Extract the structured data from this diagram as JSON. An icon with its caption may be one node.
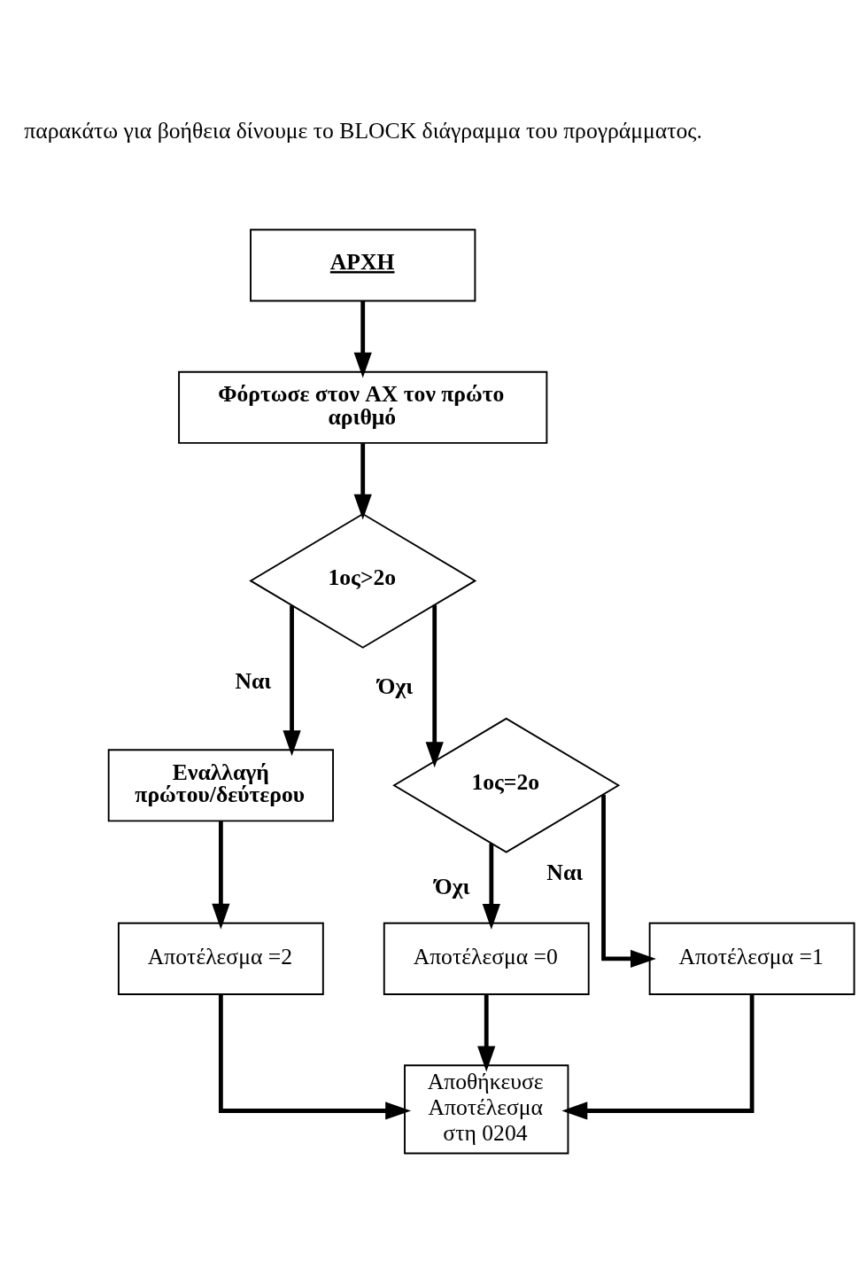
{
  "diagram": {
    "nodes": [
      {
        "text": [
          "ΑΡΧΗ"
        ]
      },
      {
        "text": [
          "Φόρτωσε στον AX τον πρώτο αριθμό"
        ]
      },
      {
        "text": [
          "1ος>2ο"
        ]
      },
      {
        "text": [
          "Εναλλαγή πρώτου/δεύτερου"
        ]
      },
      {
        "text": [
          "1ος=2ο"
        ]
      },
      {
        "text": [
          "Αποτέλεσμα =2"
        ]
      },
      {
        "text": [
          "Αποτέλεσμα =0"
        ]
      },
      {
        "text": [
          "Αποτέλεσμα =1"
        ]
      },
      {
        "text": [
          "Αποθήκευσε Αποτέλεσμα στη 0204"
        ]
      }
    ],
    "edges": [
      {
        "from": 0,
        "to": 1,
        "arrow": "to"
      },
      {
        "from": 1,
        "to": 2,
        "arrow": "to"
      },
      {
        "from": 2,
        "to": 3,
        "arrow": "to",
        "label": "Ναι"
      },
      {
        "from": 2,
        "to": 4,
        "arrow": "to",
        "label": "Όχι"
      },
      {
        "from": 4,
        "to": 7,
        "arrow": "to",
        "label": "Ναι"
      },
      {
        "from": 4,
        "to": 6,
        "arrow": "to",
        "label": "Όχι"
      },
      {
        "from": 3,
        "to": 5,
        "arrow": "to"
      },
      {
        "from": 5,
        "to": 8,
        "arrow": "to"
      },
      {
        "from": 6,
        "to": 8,
        "arrow": "to"
      },
      {
        "from": 7,
        "to": 8,
        "arrow": "to"
      }
    ],
    "labels": [
      "παρακάτω για βοήθεια δίνουμε το BLOCK διάγραμμα του προγράμματος."
    ]
  }
}
